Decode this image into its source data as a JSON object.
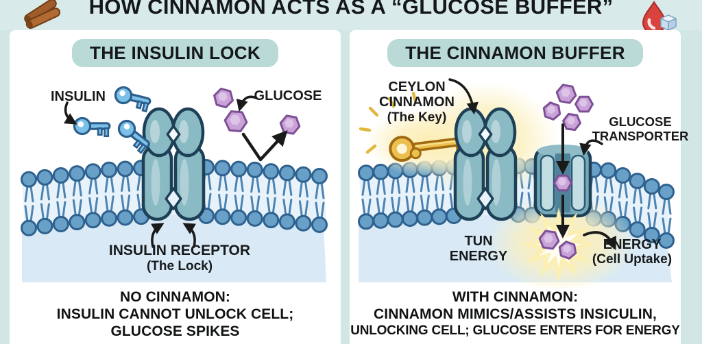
{
  "title": "HOW CINNAMON ACTS AS A “GLUCOSE BUFFER”",
  "header_icons": {
    "left": "cinnamon-sticks",
    "right": "blood-drop-with-sugar-cube"
  },
  "left_panel": {
    "heading": "THE INSULIN LOCK",
    "labels": {
      "insulin": "INSULIN",
      "glucose": "GLUCOSE",
      "receptor_line1": "INSULIN RECEPTOR",
      "receptor_line2": "(The Lock)"
    },
    "caption": [
      "NO CINNAMON:",
      "INSULIN CANNOT UNLOCK CELL;",
      "GLUCOSE SPIKES"
    ]
  },
  "right_panel": {
    "heading": "THE CINNAMON BUFFER",
    "labels": {
      "cinnamon_line1": "CEYLON",
      "cinnamon_line2": "CINNAMON",
      "cinnamon_line3": "(The Key)",
      "transporter_line1": "GLUCOSE",
      "transporter_line2": "TRANSPORTER",
      "tun_line1": "TUN",
      "tun_line2": "ENERGY",
      "energy_line1": "ENERGY",
      "energy_line2": "(Cell Uptake)"
    },
    "caption": [
      "WITH CINNAMON:",
      "CINNAMON MIMICS/ASSISTS INSICULIN,",
      "UNLOCKING CELL; GLUCOSE ENTERS FOR ENERGY"
    ]
  },
  "colors": {
    "background": "#d3e6e6",
    "panel": "#ffffff",
    "badge": "#b9dad6",
    "text": "#15181a",
    "membrane_blue": "#68a0c8",
    "membrane_outline": "#2e618e",
    "membrane_tail": "#4c83b1",
    "membrane_band": "#e8f2fb",
    "cell_interior": "#d9eaf6",
    "receptor_teal": "#8abac3",
    "transporter_teal": "#76a9b7",
    "glucose_purple": "#c9a3d8",
    "glucose_outline": "#7d4f96",
    "insulin_blue": "#7cc0e8",
    "gold_key": "#ecc04f",
    "glow_yellow": "#fbf0c0",
    "arrow": "#1a1a1a"
  }
}
